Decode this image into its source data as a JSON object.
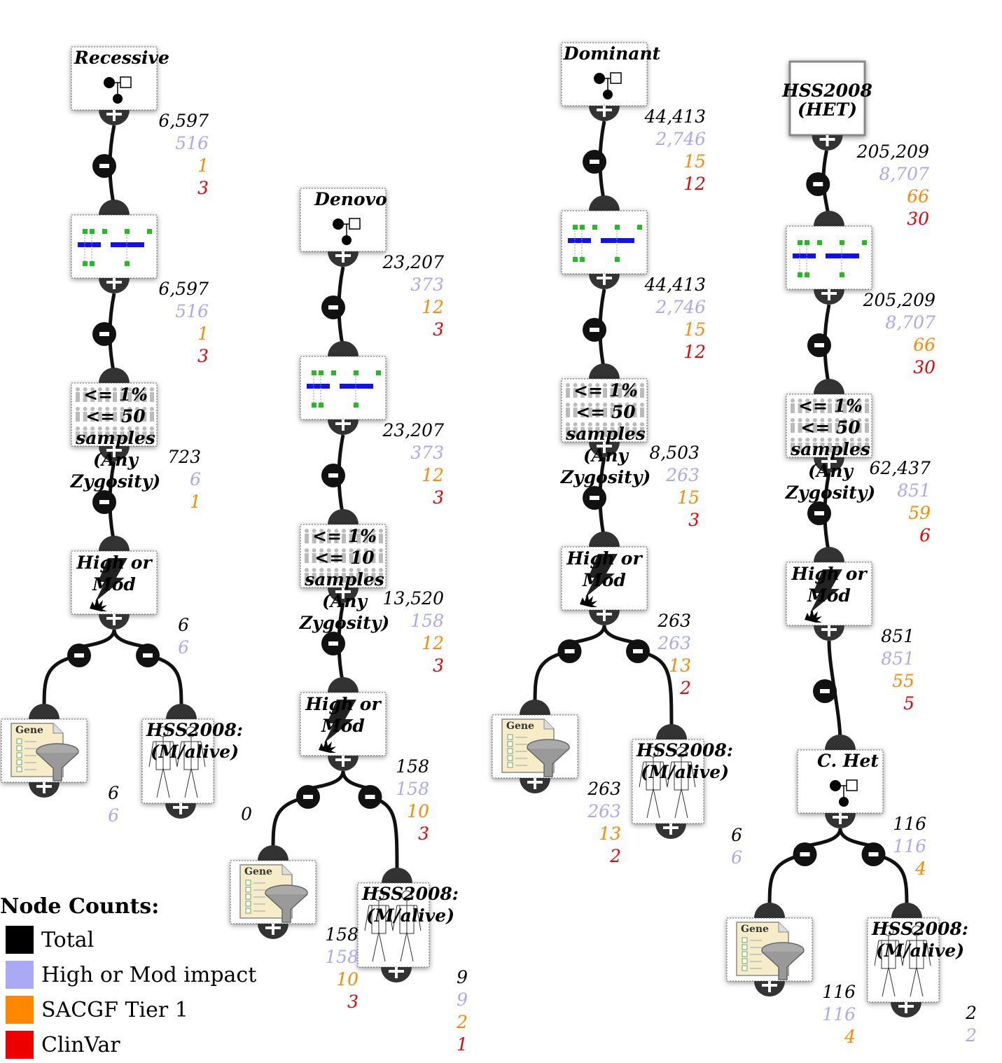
{
  "colors": {
    "total": "#000000",
    "high_or_mod": "#a9a9f5",
    "sacgf_tier1": "#ff8800",
    "clinvar": "#ee0000",
    "track_green": "#22bb22",
    "track_blue": "#1111ee"
  },
  "legend": {
    "title": "Node Counts:",
    "items": [
      {
        "label": "Total",
        "color": "#000000"
      },
      {
        "label": "High or Mod impact",
        "color": "#a9a9f5"
      },
      {
        "label": "SACGF Tier 1",
        "color": "#ff8800"
      },
      {
        "label": "ClinVar",
        "color": "#ee0000"
      }
    ]
  },
  "columns": [
    {
      "name": "recessive",
      "nodes": [
        {
          "id": "r-source",
          "kind": "source",
          "lines": [
            "Recessive"
          ],
          "icon": "pedigree-icon",
          "counts": [
            "6,597",
            "516",
            "1",
            "3"
          ]
        },
        {
          "id": "r-tracks",
          "kind": "tracks",
          "lines": [],
          "icon": "intersect-tracks-icon",
          "counts": [
            "6,597",
            "516",
            "1",
            "3"
          ]
        },
        {
          "id": "r-pop",
          "kind": "population",
          "lines": [
            "<= 1%",
            "<= 50",
            "samples",
            "(Any",
            "Zygosity)"
          ],
          "icon": "population-icon",
          "counts": [
            "723",
            "6",
            "1"
          ]
        },
        {
          "id": "r-effect",
          "kind": "effect",
          "lines": [
            "High or",
            "Mod"
          ],
          "icon": "lightning-icon",
          "counts": [
            "6",
            "6"
          ]
        },
        {
          "id": "r-genelist",
          "kind": "genelist",
          "lines": [],
          "icon": "gene-list-filter-icon",
          "counts": [
            "6",
            "6"
          ]
        },
        {
          "id": "r-hss",
          "kind": "hss",
          "lines": [
            "HSS2008:",
            "(M/alive)"
          ],
          "icon": "human-figures-icon",
          "counts": []
        }
      ]
    },
    {
      "name": "denovo",
      "nodes": [
        {
          "id": "d-source",
          "kind": "source",
          "lines": [
            "Denovo"
          ],
          "icon": "pedigree-icon",
          "counts": [
            "23,207",
            "373",
            "12",
            "3"
          ]
        },
        {
          "id": "d-tracks",
          "kind": "tracks",
          "lines": [],
          "icon": "intersect-tracks-icon",
          "counts": [
            "23,207",
            "373",
            "12",
            "3"
          ]
        },
        {
          "id": "d-pop",
          "kind": "population",
          "lines": [
            "<= 1%",
            "<= 10",
            "samples",
            "(Any",
            "Zygosity)"
          ],
          "icon": "population-icon",
          "counts": [
            "13,520",
            "158",
            "12",
            "3"
          ]
        },
        {
          "id": "d-effect",
          "kind": "effect",
          "lines": [
            "High or",
            "Mod"
          ],
          "icon": "lightning-icon",
          "counts": [
            "158",
            "158",
            "10",
            "3"
          ]
        },
        {
          "id": "d-genelist",
          "kind": "genelist",
          "lines": [],
          "icon": "gene-list-filter-icon",
          "counts": [
            "158",
            "158",
            "10",
            "3"
          ]
        },
        {
          "id": "d-hss",
          "kind": "hss",
          "lines": [
            "HSS2008:",
            "(M/alive)"
          ],
          "icon": "human-figures-icon",
          "counts": [
            "9",
            "9",
            "2",
            "1"
          ]
        },
        {
          "id": "d-zero",
          "kind": "orphan",
          "lines": [],
          "icon": "",
          "counts": [
            "0"
          ]
        }
      ]
    },
    {
      "name": "dominant",
      "nodes": [
        {
          "id": "m-source",
          "kind": "source",
          "lines": [
            "Dominant"
          ],
          "icon": "pedigree-icon",
          "counts": [
            "44,413",
            "2,746",
            "15",
            "12"
          ]
        },
        {
          "id": "m-tracks",
          "kind": "tracks",
          "lines": [],
          "icon": "intersect-tracks-icon",
          "counts": [
            "44,413",
            "2,746",
            "15",
            "12"
          ]
        },
        {
          "id": "m-pop",
          "kind": "population",
          "lines": [
            "<= 1%",
            "<= 50",
            "samples",
            "(Any",
            "Zygosity)"
          ],
          "icon": "population-icon",
          "counts": [
            "8,503",
            "263",
            "15",
            "3"
          ]
        },
        {
          "id": "m-effect",
          "kind": "effect",
          "lines": [
            "High or",
            "Mod"
          ],
          "icon": "lightning-icon",
          "counts": [
            "263",
            "263",
            "13",
            "2"
          ]
        },
        {
          "id": "m-genelist",
          "kind": "genelist",
          "lines": [],
          "icon": "gene-list-filter-icon",
          "counts": [
            "263",
            "263",
            "13",
            "2"
          ]
        },
        {
          "id": "m-hss",
          "kind": "hss",
          "lines": [
            "HSS2008:",
            "(M/alive)"
          ],
          "icon": "human-figures-icon",
          "counts": [
            "6",
            "6"
          ]
        }
      ]
    },
    {
      "name": "hss-het",
      "nodes": [
        {
          "id": "h-source",
          "kind": "boxsource",
          "lines": [
            "HSS2008",
            "(HET)"
          ],
          "icon": "",
          "counts": [
            "205,209",
            "8,707",
            "66",
            "30"
          ]
        },
        {
          "id": "h-tracks",
          "kind": "tracks",
          "lines": [],
          "icon": "intersect-tracks-icon",
          "counts": [
            "205,209",
            "8,707",
            "66",
            "30"
          ]
        },
        {
          "id": "h-pop",
          "kind": "population",
          "lines": [
            "<= 1%",
            "<= 50",
            "samples",
            "(Any",
            "Zygosity)"
          ],
          "icon": "population-icon",
          "counts": [
            "62,437",
            "851",
            "59",
            "6"
          ]
        },
        {
          "id": "h-effect",
          "kind": "effect",
          "lines": [
            "High or",
            "Mod"
          ],
          "icon": "lightning-icon",
          "counts": [
            "851",
            "851",
            "55",
            "5"
          ]
        },
        {
          "id": "h-comphet",
          "kind": "source",
          "lines": [
            "C. Het"
          ],
          "icon": "pedigree-icon",
          "counts": [
            "116",
            "116",
            "4"
          ]
        },
        {
          "id": "h-genelist",
          "kind": "genelist",
          "lines": [],
          "icon": "gene-list-filter-icon",
          "counts": [
            "116",
            "116",
            "4"
          ]
        },
        {
          "id": "h-hss",
          "kind": "hss",
          "lines": [
            "HSS2008:",
            "(M/alive)"
          ],
          "icon": "human-figures-icon",
          "counts": [
            "2",
            "2"
          ]
        }
      ]
    }
  ],
  "gene_icon_text": "Gene"
}
